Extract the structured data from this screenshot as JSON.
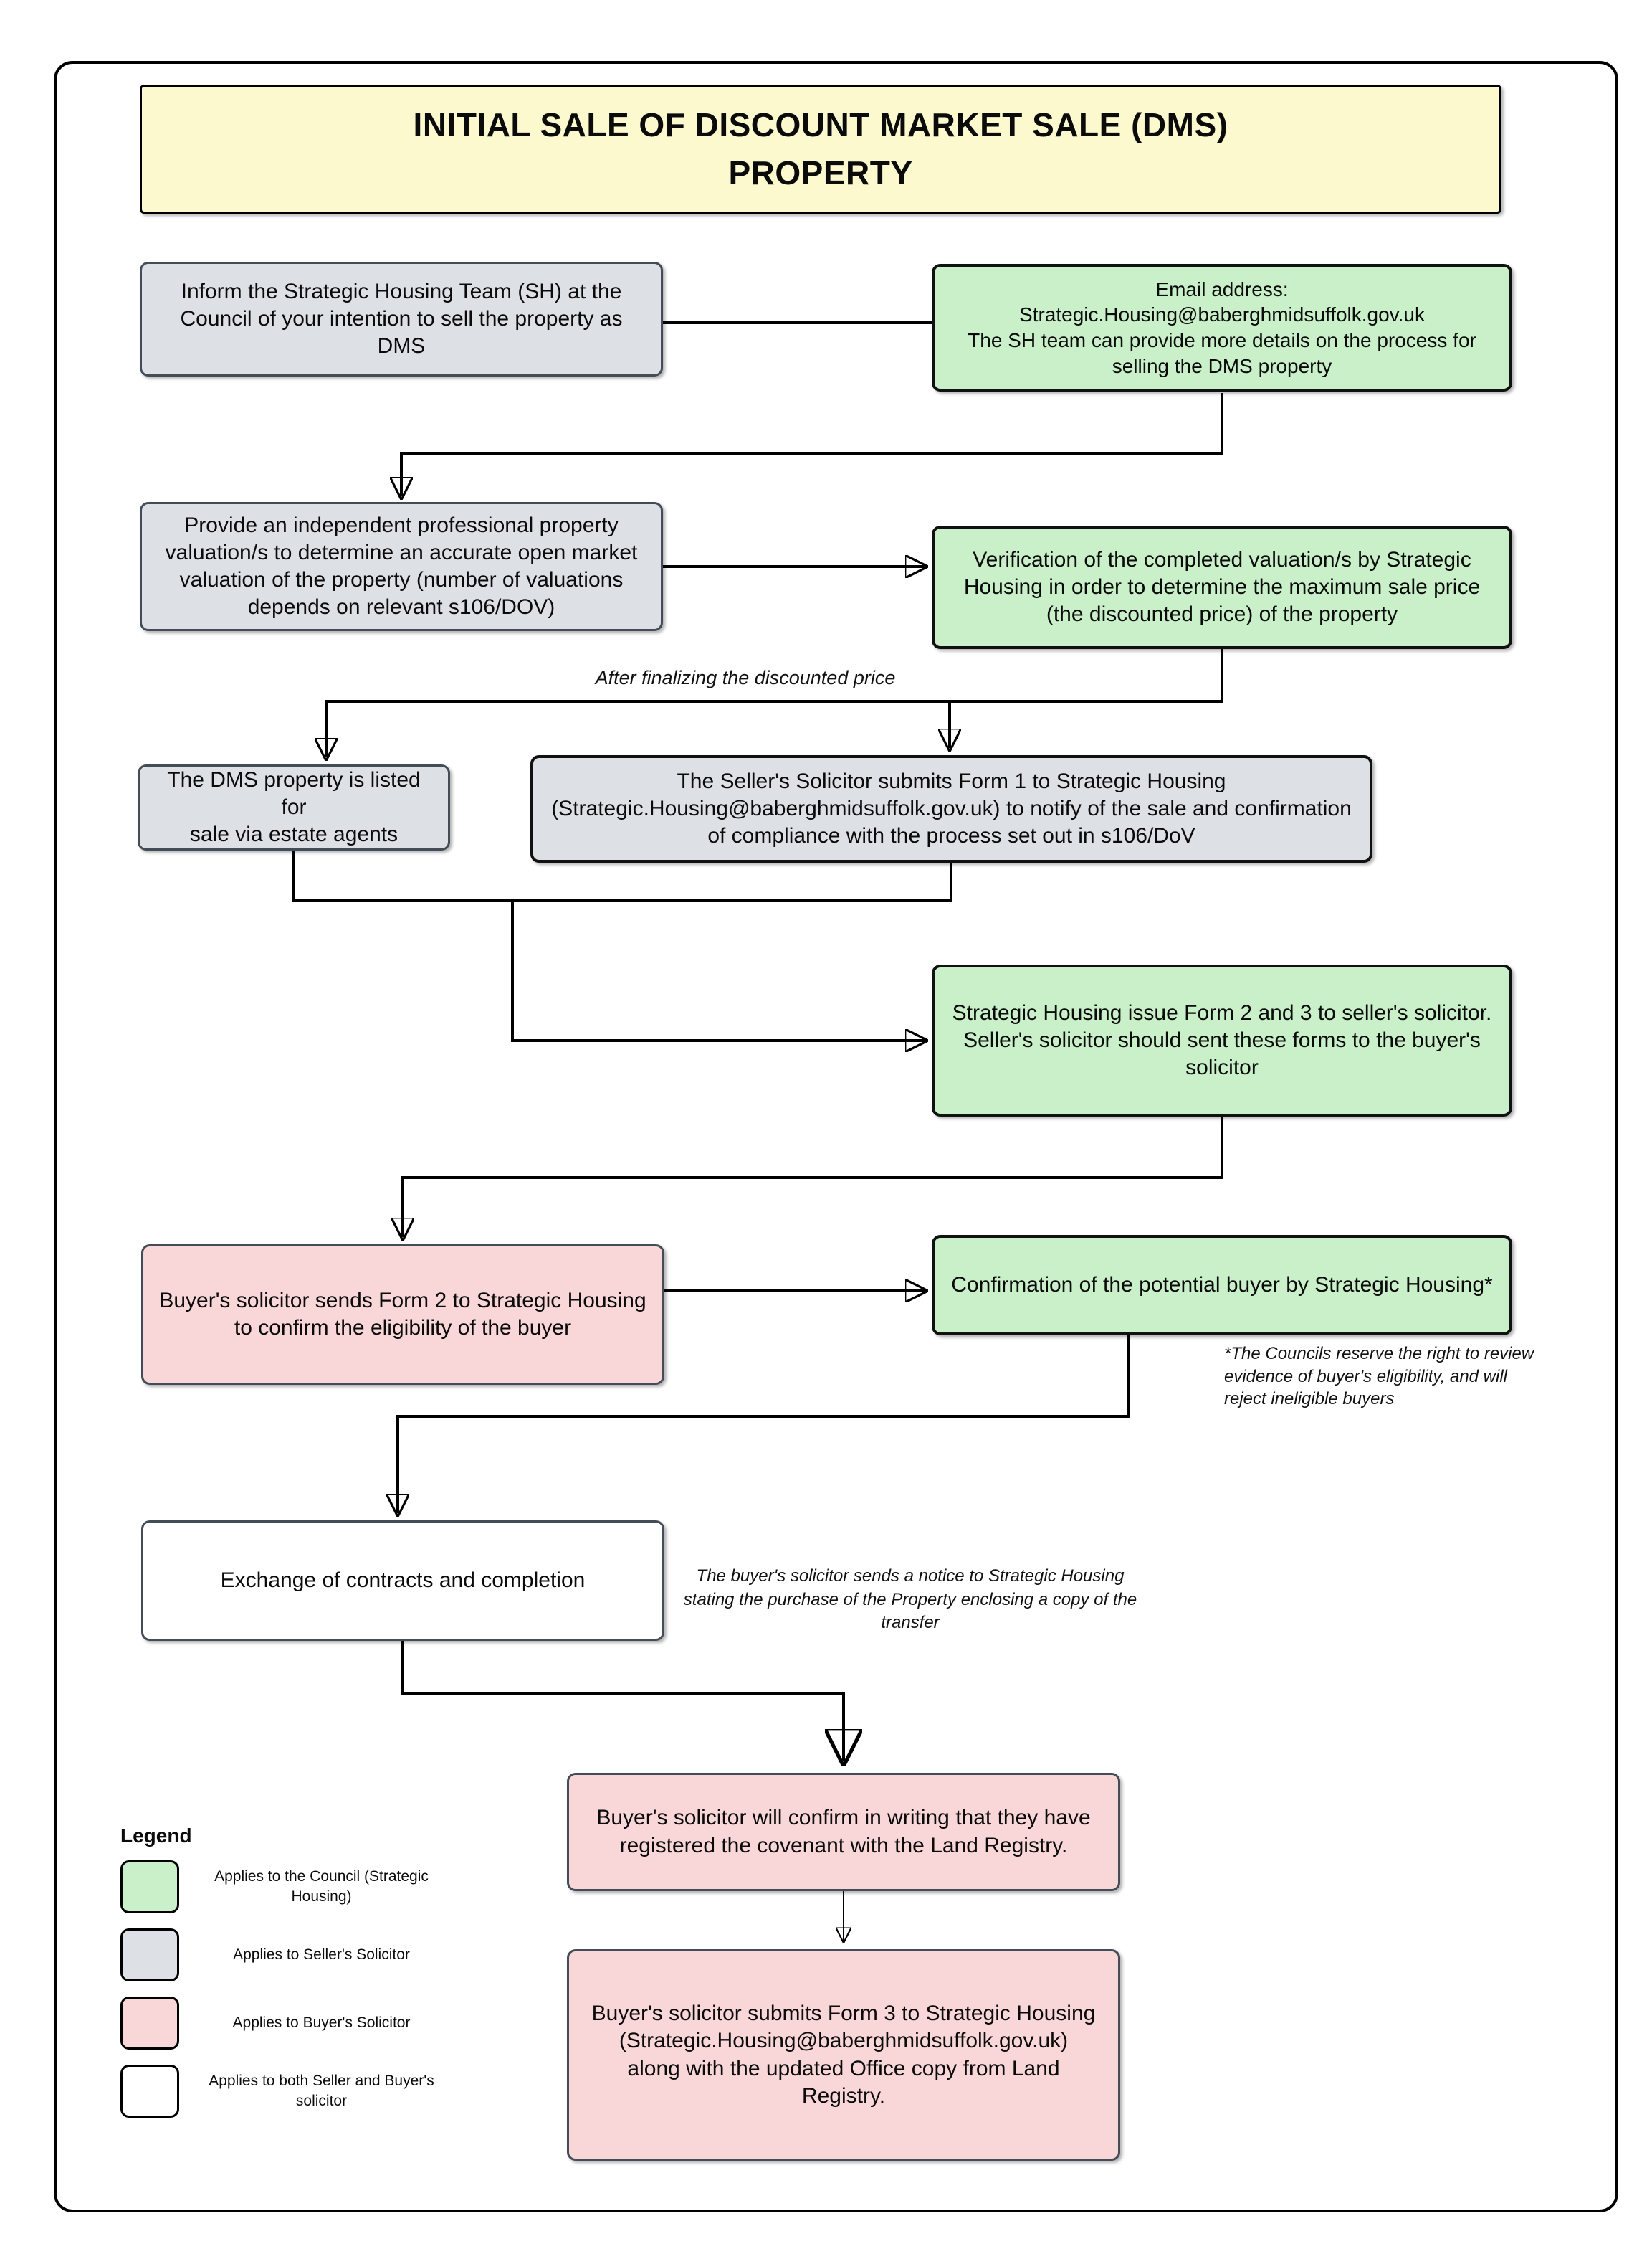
{
  "title": "INITIAL SALE OF DISCOUNT MARKET SALE (DMS)\nPROPERTY",
  "colors": {
    "title_bg": "#FBF9CD",
    "council": "#C9F0C9",
    "seller": "#DDE1E6",
    "buyer": "#F9D7D9",
    "both": "#FFFFFF",
    "line": "#000000"
  },
  "nodes": {
    "inform": {
      "text": "Inform the Strategic Housing Team (SH) at the Council of your intention to sell the property as DMS"
    },
    "email": {
      "text": "Email address:\nStrategic.Housing@baberghmidsuffolk.gov.uk\nThe SH team can provide more details on the process for selling the DMS property"
    },
    "valuation": {
      "text": "Provide an independent professional property valuation/s to determine an accurate open market valuation of the property (number of valuations depends on relevant s106/DOV)"
    },
    "verification": {
      "text": "Verification of the completed valuation/s by Strategic Housing in order to determine the maximum sale price (the discounted price) of the property"
    },
    "listed": {
      "text": "The DMS property is listed for\nsale via estate agents"
    },
    "form1": {
      "text": "The Seller's Solicitor submits Form 1 to Strategic Housing (Strategic.Housing@baberghmidsuffolk.gov.uk) to notify of the sale and confirmation of compliance with the process set out in s106/DoV"
    },
    "form23": {
      "text": "Strategic Housing issue Form 2 and 3 to seller's solicitor. Seller's solicitor should sent these forms to the buyer's solicitor"
    },
    "form2": {
      "text": "Buyer's solicitor sends Form 2 to Strategic Housing to confirm the eligibility of the buyer"
    },
    "confirmation": {
      "text": "Confirmation of the potential buyer by Strategic Housing*"
    },
    "exchange": {
      "text": "Exchange of contracts and completion"
    },
    "registry": {
      "text": "Buyer's solicitor will confirm in writing that they have registered the covenant with the Land Registry."
    },
    "form3": {
      "text": "Buyer's solicitor submits Form 3 to Strategic Housing\n(Strategic.Housing@baberghmidsuffolk.gov.uk)\nalong with the updated Office copy from Land Registry."
    }
  },
  "annotations": {
    "after_finalizing": "After finalizing the discounted price",
    "councils_note": "*The Councils reserve the right to review evidence of buyer's eligibility, and will reject ineligible buyers",
    "notice_note": "The buyer's solicitor sends a notice to Strategic Housing stating the purchase of the Property enclosing a copy of the transfer"
  },
  "legend": {
    "heading": "Legend",
    "items": [
      {
        "color": "#C9F0C9",
        "label": "Applies to the Council (Strategic Housing)"
      },
      {
        "color": "#DDE1E6",
        "label": "Applies to Seller's Solicitor"
      },
      {
        "color": "#F9D7D9",
        "label": "Applies to Buyer's Solicitor"
      },
      {
        "color": "#FFFFFF",
        "label": "Applies to both Seller and Buyer's solicitor"
      }
    ]
  }
}
